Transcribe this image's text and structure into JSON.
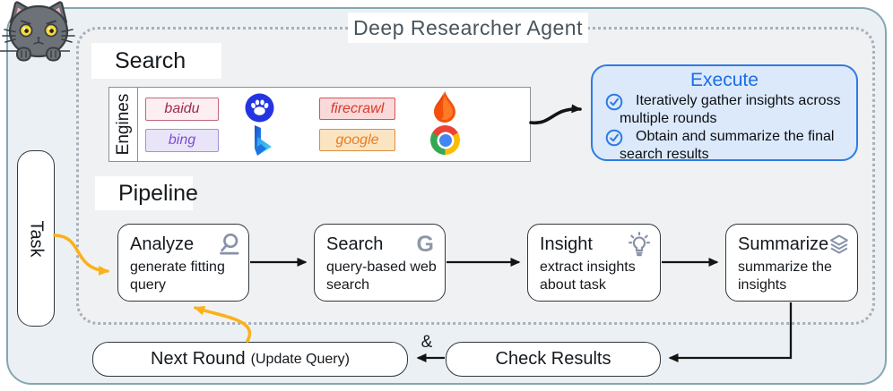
{
  "agent": {
    "title": "Deep Researcher Agent"
  },
  "task": {
    "label": "Task"
  },
  "search_section": {
    "label": "Search",
    "engines_label": "Engines",
    "engines": [
      {
        "label": "baidu",
        "icon": "baidu-paw-icon",
        "bg": "#fdeef2",
        "border": "#c0677f",
        "text_color": "#9c2950"
      },
      {
        "label": "bing",
        "icon": "bing-icon",
        "bg": "#e9e4f8",
        "border": "#a291d8",
        "text_color": "#7a50cf"
      },
      {
        "label": "firecrawl",
        "icon": "firecrawl-flame-icon",
        "bg": "#f9d9d9",
        "border": "#dd5050",
        "text_color": "#d63a2a"
      },
      {
        "label": "google",
        "icon": "chrome-icon",
        "bg": "#fbe4c2",
        "border": "#dd8f3d",
        "text_color": "#e67e22"
      }
    ]
  },
  "execute": {
    "title": "Execute",
    "accent_color": "#2e7ae5",
    "bg_color": "#dbe9fb",
    "items": [
      "Iteratively gather insights across multiple rounds",
      "Obtain and summarize the final search results"
    ]
  },
  "pipeline": {
    "label": "Pipeline",
    "steps": [
      {
        "title": "Analyze",
        "subtitle": "generate fitting query",
        "icon": "magnifier-icon"
      },
      {
        "title": "Search",
        "subtitle": "query-based web search",
        "icon": "google-g-icon",
        "icon_glyph": "G"
      },
      {
        "title": "Insight",
        "subtitle": "extract insights about task",
        "icon": "lightbulb-icon"
      },
      {
        "title": "Summarize",
        "subtitle": "summarize the insights",
        "icon": "layers-icon"
      }
    ]
  },
  "loop": {
    "next_round_label": "Next Round",
    "next_round_note": "(Update Query)",
    "ampersand": "&",
    "check_results_label": "Check Results",
    "feedback_arrow_color": "#fbb117"
  }
}
